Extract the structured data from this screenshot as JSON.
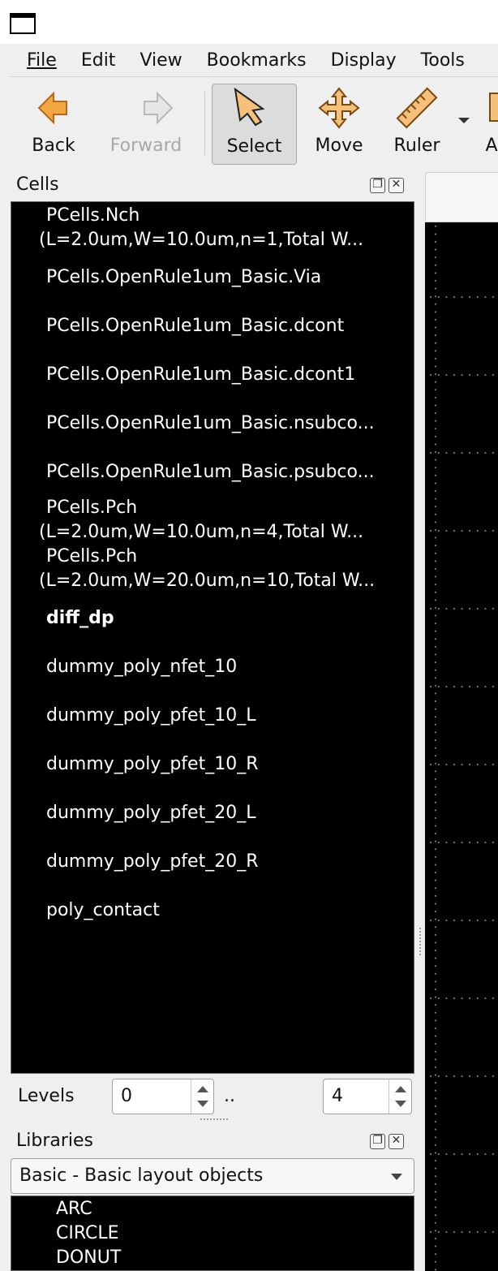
{
  "menu": [
    "File",
    "Edit",
    "View",
    "Bookmarks",
    "Display",
    "Tools"
  ],
  "toolbar": {
    "back": "Back",
    "forward": "Forward",
    "select": "Select",
    "move": "Move",
    "ruler": "Ruler",
    "partial_next": "A"
  },
  "cells_panel": {
    "title": "Cells",
    "items": [
      {
        "line1": "PCells.Nch",
        "line2": "(L=2.0um,W=10.0um,n=1,Total W..."
      },
      {
        "line1": "PCells.OpenRule1um_Basic.Via"
      },
      {
        "line1": "PCells.OpenRule1um_Basic.dcont"
      },
      {
        "line1": "PCells.OpenRule1um_Basic.dcont1"
      },
      {
        "line1": "PCells.OpenRule1um_Basic.nsubco..."
      },
      {
        "line1": "PCells.OpenRule1um_Basic.psubco..."
      },
      {
        "line1": "PCells.Pch",
        "line2": "(L=2.0um,W=10.0um,n=4,Total W..."
      },
      {
        "line1": "PCells.Pch",
        "line2": "(L=2.0um,W=20.0um,n=10,Total W..."
      },
      {
        "line1": "diff_dp",
        "bold": true
      },
      {
        "line1": "dummy_poly_nfet_10"
      },
      {
        "line1": "dummy_poly_pfet_10_L"
      },
      {
        "line1": "dummy_poly_pfet_10_R"
      },
      {
        "line1": "dummy_poly_pfet_20_L"
      },
      {
        "line1": "dummy_poly_pfet_20_R"
      },
      {
        "line1": "poly_contact"
      }
    ]
  },
  "levels": {
    "label": "Levels",
    "from": "0",
    "separator": "..",
    "to": "4"
  },
  "libraries_panel": {
    "title": "Libraries",
    "selected": "Basic - Basic layout objects",
    "items": [
      "ARC",
      "CIRCLE",
      "DONUT"
    ]
  }
}
